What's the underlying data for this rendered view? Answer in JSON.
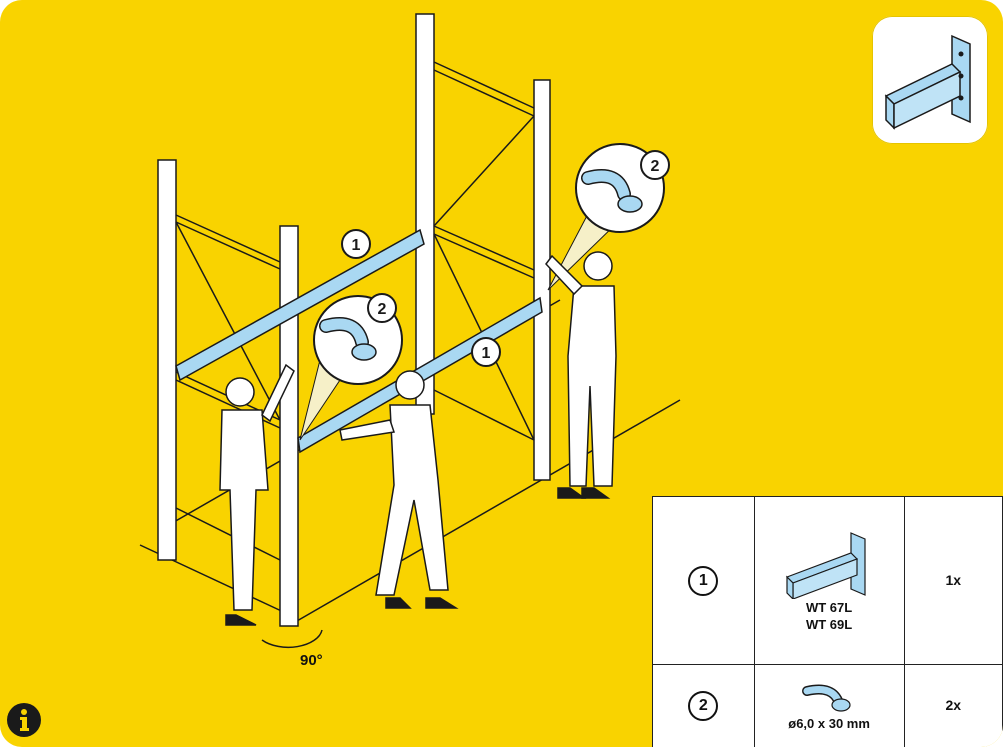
{
  "callouts": [
    "1",
    "1",
    "2",
    "2"
  ],
  "angle": "90°",
  "parts_table": {
    "rows": [
      {
        "num": "1",
        "codes": [
          "WT 67L",
          "WT 69L"
        ],
        "qty": "1x",
        "icon": "beam-bracket-icon"
      },
      {
        "num": "2",
        "codes": [
          "ø6,0 x 30 mm"
        ],
        "qty": "2x",
        "icon": "safety-pin-icon"
      }
    ]
  },
  "icons": {
    "info": "info-icon",
    "thumbnail": "beam-bracket-icon"
  },
  "colors": {
    "background": "#f9d300",
    "beam": "#a9d8f2",
    "outline": "#1a1a1a"
  }
}
